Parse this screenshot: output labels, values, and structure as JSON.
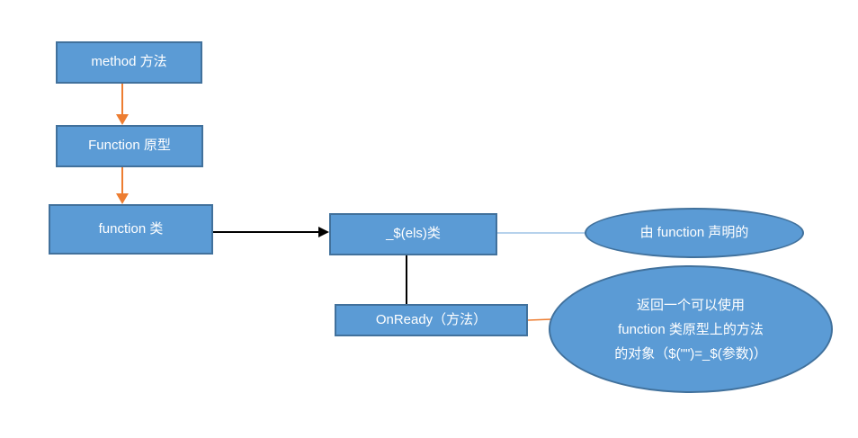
{
  "diagram": {
    "title": "",
    "colors": {
      "shape_fill": "#5b9bd5",
      "shape_border": "#41719c",
      "text": "#ffffff",
      "arrow_orange": "#ed7d31",
      "connector_light_blue": "#9dc3e6",
      "connector_black": "#000000",
      "background": "#ffffff"
    },
    "nodes": {
      "method": {
        "shape": "rect",
        "label": "method 方法"
      },
      "function_proto": {
        "shape": "rect",
        "label": "Function 原型"
      },
      "function_class": {
        "shape": "rect",
        "label": "function 类"
      },
      "els_class": {
        "shape": "rect",
        "label": "_$(els)类"
      },
      "onready": {
        "shape": "rect",
        "label": "OnReady（方法）"
      },
      "declared_by": {
        "shape": "ellipse",
        "label": "由 function 声明的"
      },
      "returns": {
        "shape": "ellipse",
        "lines": [
          "返回一个可以使用",
          "function 类原型上的方法",
          "的对象（$(\"\")=_$(参数)）"
        ]
      }
    },
    "edges": [
      {
        "from": "method",
        "to": "function_proto",
        "style": "orange-arrow"
      },
      {
        "from": "function_proto",
        "to": "function_class",
        "style": "orange-arrow"
      },
      {
        "from": "function_class",
        "to": "els_class",
        "style": "black-arrow"
      },
      {
        "from": "els_class",
        "to": "declared_by",
        "style": "light-blue-line"
      },
      {
        "from": "els_class",
        "to": "onready",
        "style": "black-line"
      },
      {
        "from": "onready",
        "to": "returns",
        "style": "orange-line"
      }
    ]
  }
}
